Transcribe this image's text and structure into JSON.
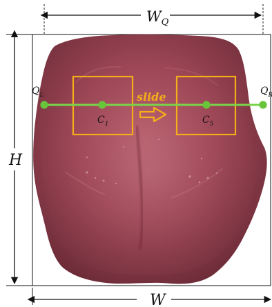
{
  "labels": {
    "wq": "W",
    "wq_sub": "Q",
    "w": "W",
    "h": "H",
    "ql": "Q",
    "ql_sub": "L",
    "qr": "Q",
    "qr_sub": "R",
    "c1": "C",
    "c1_sub": "1",
    "c5": "C",
    "c5_sub": "5",
    "slide": "slide"
  },
  "colors": {
    "window": "#f4ae1a",
    "line": "#78d44a",
    "point": "#68c53a",
    "axis": "#111111",
    "tongue_mid": "#9a4454",
    "tongue_edge": "#743038"
  },
  "icons": {
    "slide_arrow": "right-arrow-icon"
  }
}
